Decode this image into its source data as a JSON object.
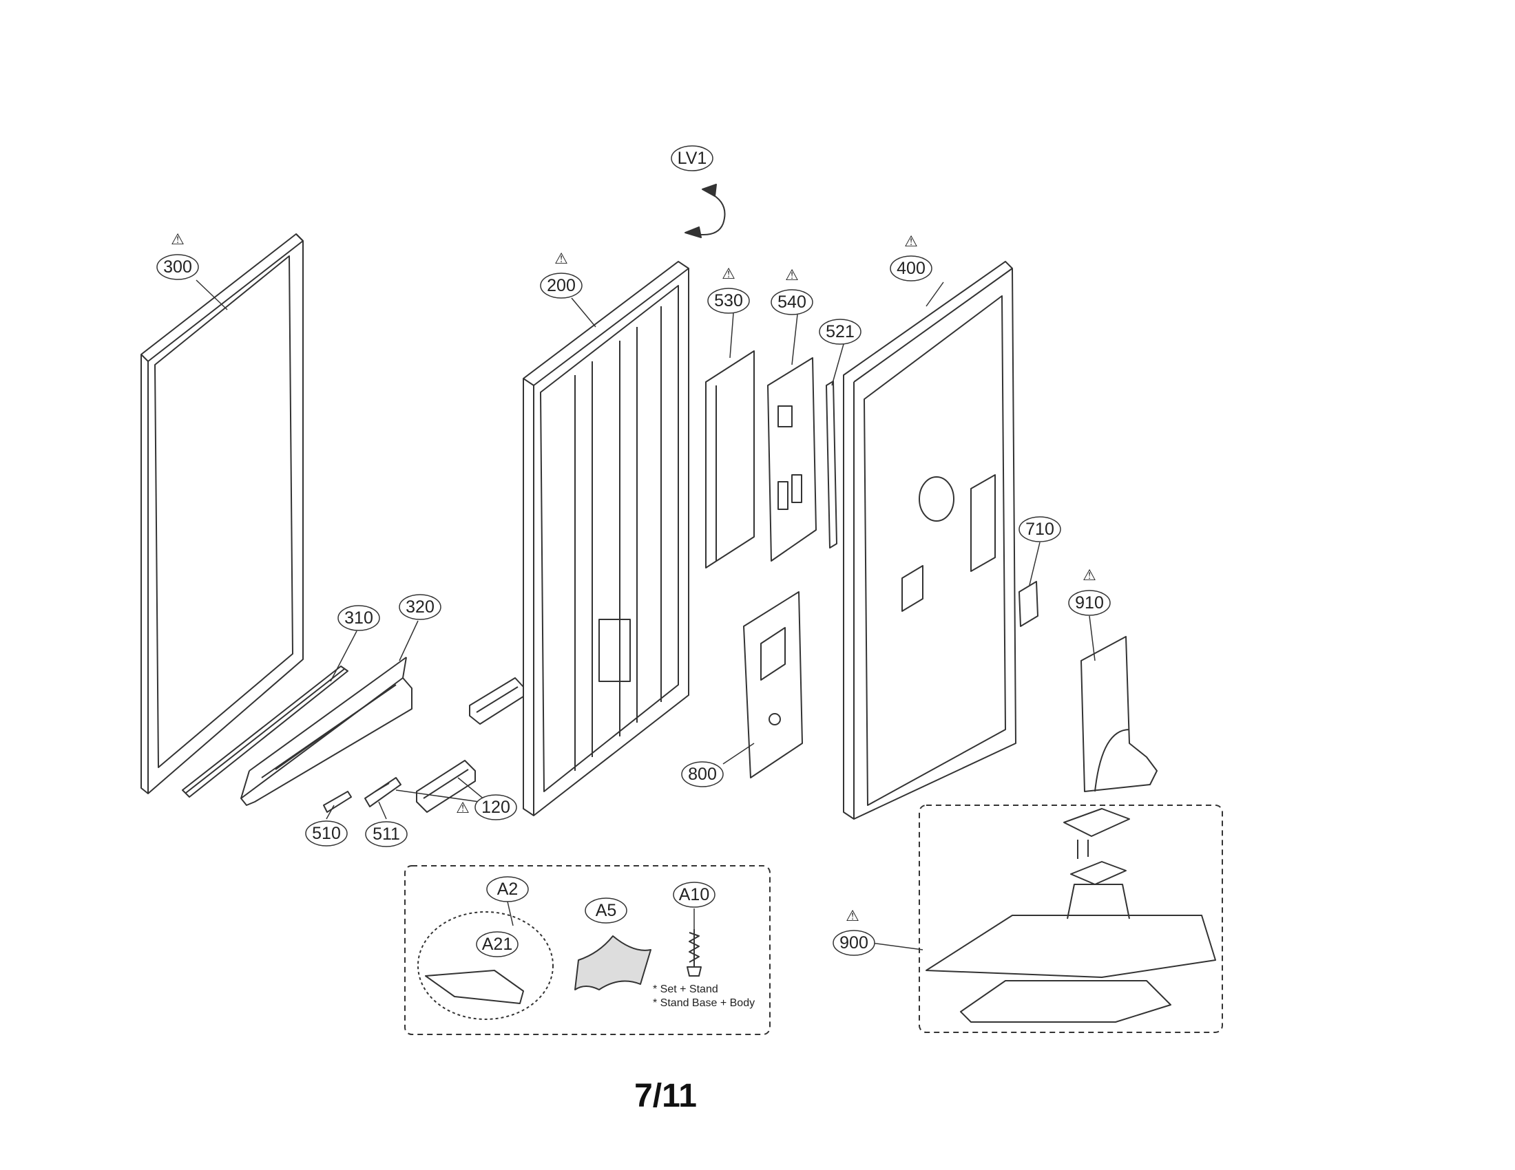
{
  "callouts": {
    "lv1": "LV1",
    "p300": "300",
    "p200": "200",
    "p530": "530",
    "p540": "540",
    "p521": "521",
    "p400": "400",
    "p710": "710",
    "p910": "910",
    "p310": "310",
    "p320": "320",
    "p120": "120",
    "p510": "510",
    "p511": "511",
    "p800": "800",
    "p900": "900",
    "a2": "A2",
    "a21": "A21",
    "a5": "A5",
    "a10": "A10"
  },
  "warning_symbol": "⚠",
  "notes": {
    "set_stand": "* Set + Stand",
    "stand_base_body": "* Stand Base + Body"
  },
  "page_number": "7/11"
}
